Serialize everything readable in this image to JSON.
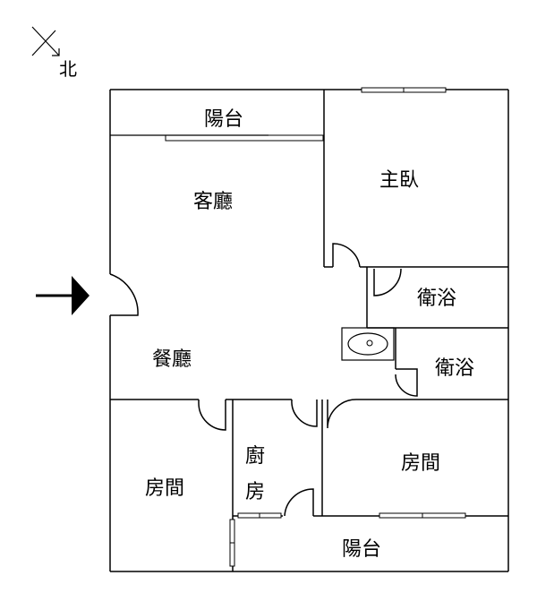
{
  "compass": {
    "label": "北"
  },
  "rooms": {
    "balcony_top": "陽台",
    "living_room": "客廳",
    "master_bedroom": "主臥",
    "bathroom_1": "衛浴",
    "bathroom_2": "衛浴",
    "dining_room": "餐廳",
    "bedroom_left": "房間",
    "kitchen_line1": "廚",
    "kitchen_line2": "房",
    "bedroom_right": "房間",
    "balcony_bottom": "陽台"
  },
  "colors": {
    "line": "#000000",
    "background": "#ffffff"
  }
}
